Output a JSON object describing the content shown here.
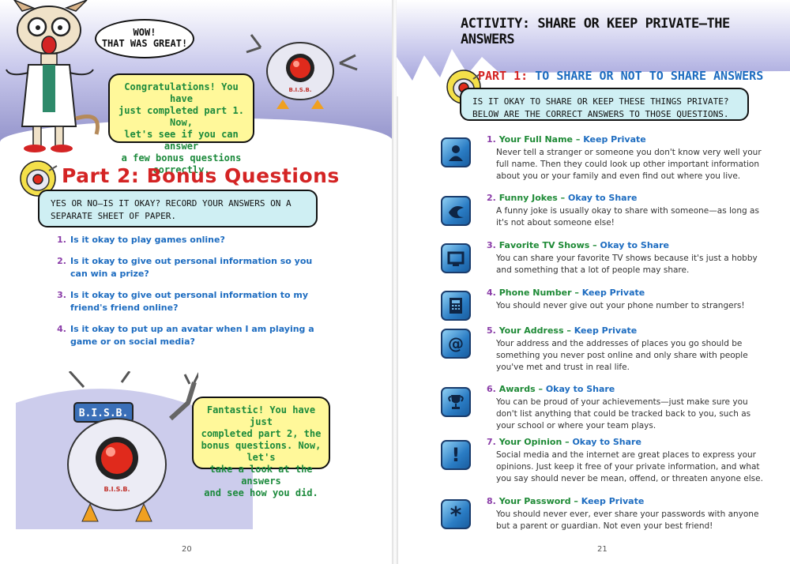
{
  "left": {
    "speech_wow": "WOW!\nTHAT WAS GREAT!",
    "speech_wow_l1": "WOW!",
    "speech_wow_l2": "THAT WAS GREAT!",
    "congrats_l1": "Congratulations! You have",
    "congrats_l2": "just completed part 1. Now,",
    "congrats_l3": "let's see if you can answer",
    "congrats_l4": "a few bonus questions",
    "congrats_l5": "correctly.",
    "robot_label_small": "B.I.S.B.",
    "part2_prefix": "Part 2:",
    "part2_title": "Bonus Questions",
    "instructions_l1": "YES OR NO—IS IT OKAY? RECORD YOUR ANSWERS ON A",
    "instructions_l2": "SEPARATE SHEET OF PAPER.",
    "questions": [
      {
        "num": "1.",
        "text": "Is it okay to play games online?"
      },
      {
        "num": "2.",
        "text": "Is it okay to give out personal information so you can win a prize?"
      },
      {
        "num": "3.",
        "text": "Is it okay to give out personal information to my friend's friend online?"
      },
      {
        "num": "4.",
        "text": "Is it okay to put up an avatar when I am playing a game or on social media?"
      }
    ],
    "robot_sign": "B.I.S.B.",
    "robot_body_label": "B.I.S.B.",
    "fantastic_l1": "Fantastic! You have just",
    "fantastic_l2": "completed part 2, the",
    "fantastic_l3": "bonus questions. Now, let's",
    "fantastic_l4": "take a look at the answers",
    "fantastic_l5": "and see how you did.",
    "page_number": "20"
  },
  "right": {
    "heading": "ACTIVITY: SHARE OR KEEP PRIVATE—THE ANSWERS",
    "part1_prefix": "PART 1:",
    "part1_title": "TO SHARE OR NOT TO SHARE ANSWERS",
    "intro_l1": "IS IT OKAY TO SHARE OR KEEP THESE THINGS PRIVATE?",
    "intro_l2": "BELOW ARE THE CORRECT ANSWERS TO THOSE QUESTIONS.",
    "answers": [
      {
        "num": "1.",
        "topic": "Your Full Name –",
        "verdict": "Keep Private",
        "icon": "person-icon",
        "text": "Never tell a stranger or someone you don't know very well your full name. Then they could look up other important information about you or your family and even find out where you live."
      },
      {
        "num": "2.",
        "topic": "Funny Jokes –",
        "verdict": "Okay to Share",
        "icon": "joke-icon",
        "text": "A funny joke is usually okay to share with someone—as long as it's not about someone else!"
      },
      {
        "num": "3.",
        "topic": "Favorite TV Shows –",
        "verdict": "Okay to Share",
        "icon": "tv-icon",
        "text": "You can share your favorite TV shows because it's just a hobby and something that a lot of people may share."
      },
      {
        "num": "4.",
        "topic": "Phone Number –",
        "verdict": "Keep Private",
        "icon": "phone-icon",
        "text": "You should never give out your phone number to strangers!"
      },
      {
        "num": "5.",
        "topic": "Your Address –",
        "verdict": "Keep Private",
        "icon": "at-sign-icon",
        "text": "Your address and the addresses of places you go should be something you never post online and only share with people you've met and trust in real life."
      },
      {
        "num": "6.",
        "topic": "Awards –",
        "verdict": "Okay to Share",
        "icon": "trophy-icon",
        "text": "You can be proud of your achievements—just make sure you don't list anything that could be tracked back to you, such as your school or where your team plays."
      },
      {
        "num": "7.",
        "topic": "Your Opinion –",
        "verdict": "Okay to Share",
        "icon": "exclamation-icon",
        "text": "Social media and the internet are great places to express your opinions. Just keep it free of your private information, and what you say should never be mean, offend, or threaten anyone else."
      },
      {
        "num": "8.",
        "topic": "Your Password –",
        "verdict": "Keep Private",
        "icon": "asterisk-icon",
        "text": "You should never ever, ever share your passwords with anyone but a parent or guardian. Not even your best friend!"
      }
    ],
    "page_number": "21"
  },
  "colors": {
    "title_red": "#d42424",
    "heading_blue": "#1d6cc0",
    "number_purple": "#8a3ca8",
    "topic_green": "#1e8a36",
    "bubble_yellow": "#fff89a",
    "box_teal": "#cfeff3"
  }
}
